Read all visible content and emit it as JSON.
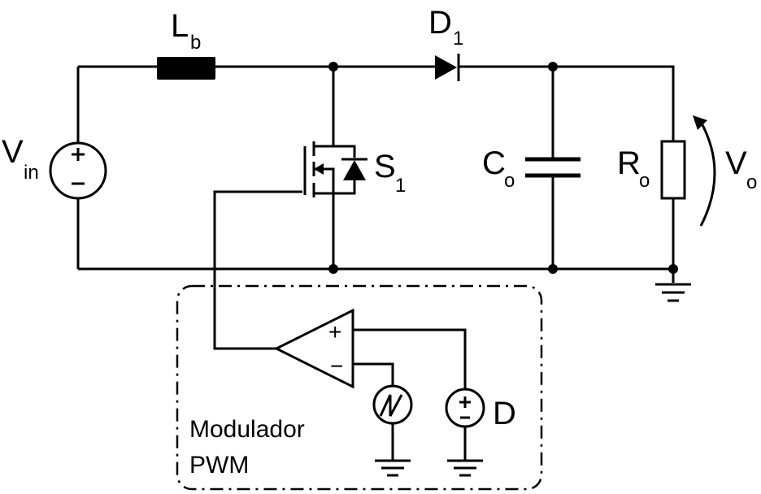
{
  "labels": {
    "vin": {
      "main": "V",
      "sub": "in"
    },
    "lb": {
      "main": "L",
      "sub": "b"
    },
    "d1": {
      "main": "D",
      "sub": "1"
    },
    "s1": {
      "main": "S",
      "sub": "1"
    },
    "co": {
      "main": "C",
      "sub": "o"
    },
    "ro": {
      "main": "R",
      "sub": "o"
    },
    "vo": {
      "main": "V",
      "sub": "o"
    },
    "duty": "D",
    "comp_plus": "+",
    "comp_minus": "−",
    "src_plus": "+",
    "src_minus": "−"
  },
  "modulator": {
    "line1": "Modulador",
    "line2": "PWM"
  }
}
